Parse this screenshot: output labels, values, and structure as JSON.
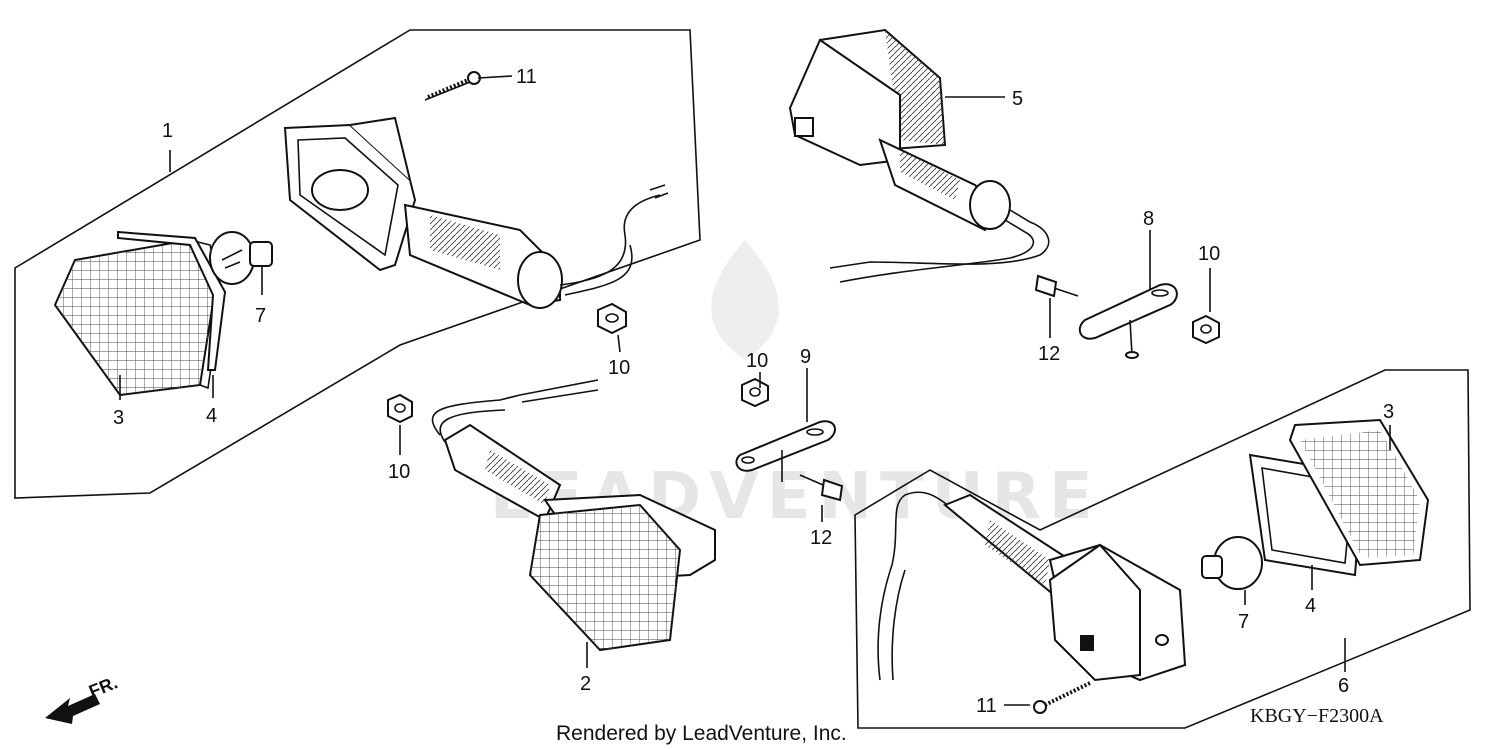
{
  "callouts": [
    "1",
    "2",
    "3",
    "4",
    "5",
    "6",
    "7",
    "8",
    "9",
    "10",
    "11",
    "12"
  ],
  "watermark": "LEADVENTURE",
  "direction_label": "FR.",
  "footer_credit": "Rendered by LeadVenture, Inc.",
  "diagram_code": "KBGY−F2300A"
}
